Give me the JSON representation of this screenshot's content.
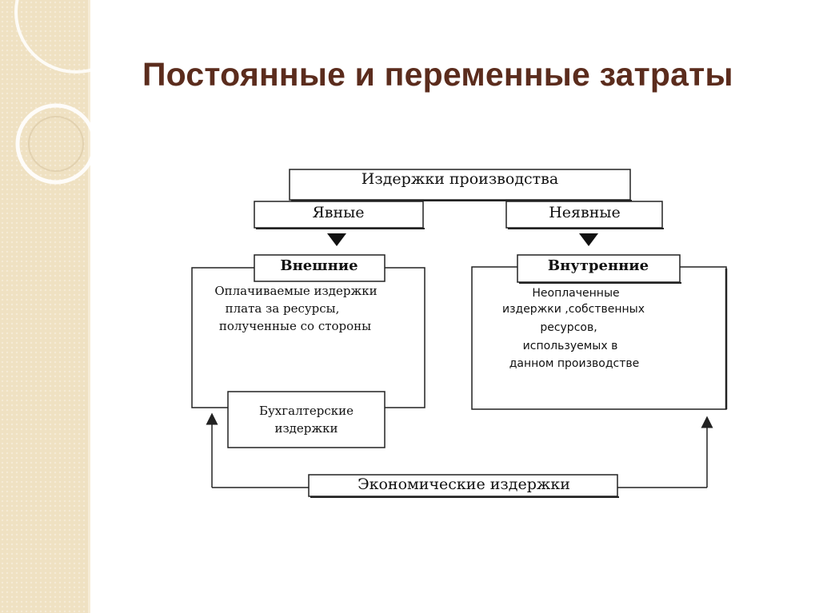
{
  "slide": {
    "title": "Постоянные и переменные затраты"
  },
  "diagram": {
    "top": "Издержки производства",
    "explicit": "Явные",
    "implicit": "Неявные",
    "external": "Внешние",
    "internal": "Внутренние",
    "external_desc": [
      "Оплачиваемые издержки",
      "плата  за ресурсы,",
      "полученные со стороны"
    ],
    "internal_desc": [
      "Неоплаченные",
      "издержки ,собственных",
      "ресурсов,",
      "используемых  в",
      "данном производстве"
    ],
    "accounting": [
      "Бухгалтерские",
      "издержки"
    ],
    "economic": "Экономические издержки"
  },
  "colors": {
    "title": "#5b2c1d",
    "sidebar": "#efe1c2",
    "line": "#222222"
  }
}
